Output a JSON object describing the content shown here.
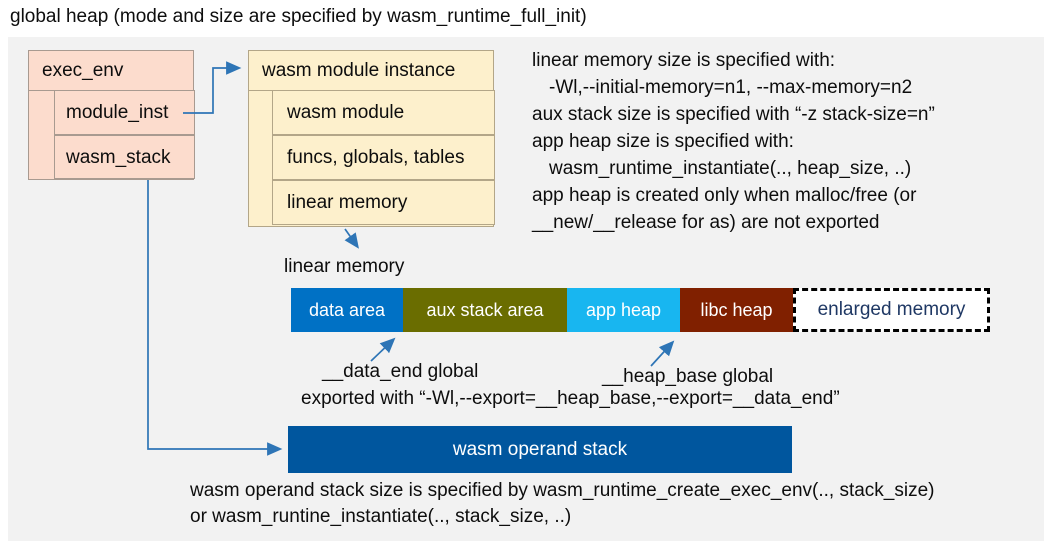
{
  "title": "global heap (mode and size are specified by wasm_runtime_full_init)",
  "exec_env_box": {
    "title": "exec_env",
    "rows": [
      "module_inst",
      "wasm_stack"
    ]
  },
  "module_instance_box": {
    "title": "wasm module instance",
    "rows": [
      "wasm module",
      "funcs, globals, tables",
      "linear memory"
    ]
  },
  "memory_notes": {
    "lines": [
      "linear memory size is specified with:",
      "-Wl,--initial-memory=n1, --max-memory=n2",
      "aux stack size is specified with “-z stack-size=n”",
      "app heap size is specified with:",
      "wasm_runtime_instantiate(.., heap_size, ..)",
      "app heap is created only when malloc/free (or",
      "__new/__release for as) are not exported"
    ]
  },
  "linear_memory": {
    "label": "linear memory",
    "segments": [
      {
        "label": "data area",
        "color": "#0071c5"
      },
      {
        "label": "aux stack area",
        "color": "#6a6d00"
      },
      {
        "label": "app heap",
        "color": "#18b6f0"
      },
      {
        "label": "libc heap",
        "color": "#802000"
      },
      {
        "label": "enlarged memory",
        "color": "#ffffff"
      }
    ],
    "data_end_label": "__data_end global",
    "heap_base_label": "__heap_base global",
    "export_note": "exported with “-Wl,--export=__heap_base,--export=__data_end”"
  },
  "operand_stack": {
    "label": "wasm operand stack",
    "note_line1": "wasm operand stack size is specified by wasm_runtime_create_exec_env(.., stack_size)",
    "note_line2": "or wasm_runtine_instantiate(.., stack_size, ..)"
  },
  "colors": {
    "panel_bg": "#f2f2f2",
    "pink_box": "#fcdccd",
    "yellow_box": "#fdf0cc",
    "data_area": "#0071c5",
    "aux_stack_area": "#6a6d00",
    "app_heap": "#18b6f0",
    "libc_heap": "#802000",
    "operand_stack": "#00569e",
    "connector": "#2e75b6",
    "enlarged_memory_text": "#1f3864"
  }
}
